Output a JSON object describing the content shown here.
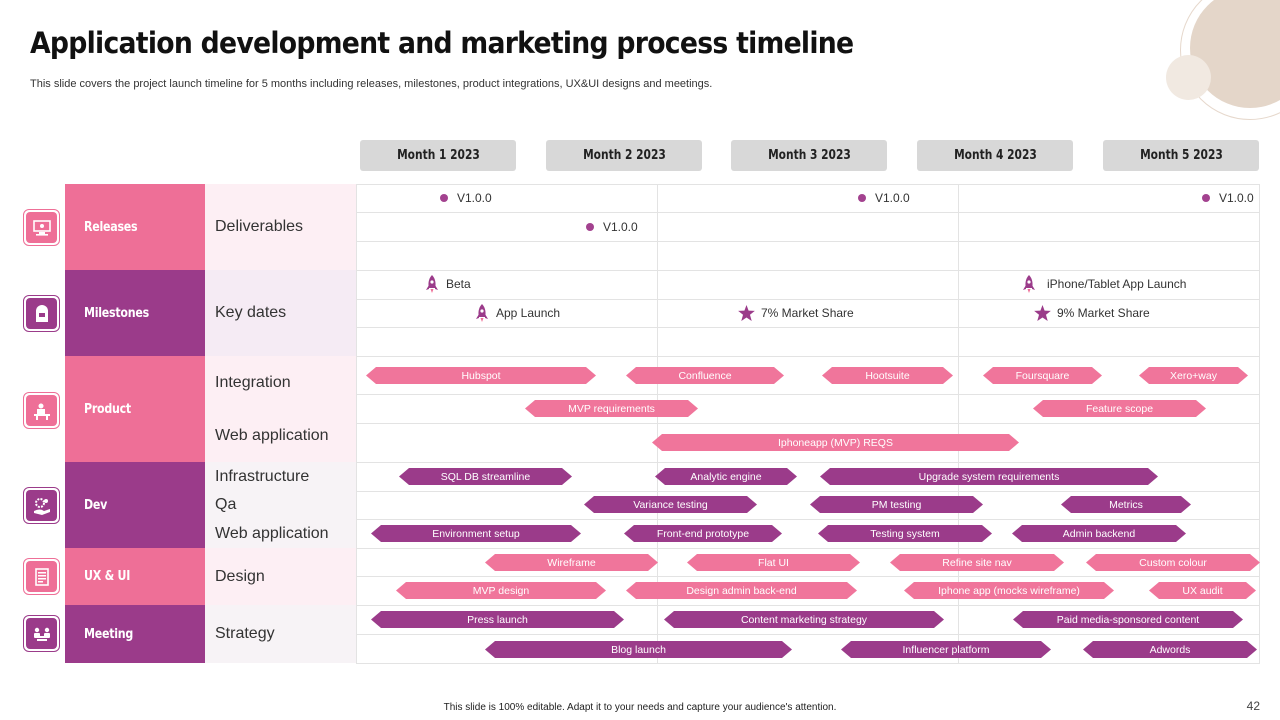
{
  "title": "Application development and marketing process timeline",
  "subtitle": "This slide covers the project launch timeline for 5 months including releases, milestones, product integrations, UX&UI designs and meetings.",
  "months": [
    "Month  1 2023",
    "Month  2 2023",
    "Month  3 2023",
    "Month  4 2023",
    "Month  5 2023"
  ],
  "colors": {
    "pink": "#f0759b",
    "purple": "#9b3b8a",
    "cat_pink": "#ee6f97",
    "cat_purple": "#9b3b8a",
    "sub_pink_bg": "#fdeff4",
    "sub_purple_bg": "#f5ebf4"
  },
  "categories": [
    {
      "label": "Releases",
      "icon": "monitor-icon"
    },
    {
      "label": "Milestones",
      "icon": "mailbox-icon"
    },
    {
      "label": "Product",
      "icon": "presenter-icon"
    },
    {
      "label": "Dev",
      "icon": "gear-hand-icon"
    },
    {
      "label": "UX & UI",
      "icon": "document-icon"
    },
    {
      "label": "Meeting",
      "icon": "meeting-icon"
    }
  ],
  "subcategories": [
    "Deliverables",
    "Key dates",
    "Integration",
    "Web application",
    "Infrastructure",
    "Qa",
    "Web application",
    "Design",
    "Strategy"
  ],
  "releases": [
    "V1.0.0",
    "V1.0.0",
    "V1.0.0",
    "V1.0.0"
  ],
  "milestones": {
    "beta": "Beta",
    "app_launch": "App Launch",
    "market_share_7": "7% Market Share",
    "iphone_launch": "iPhone/Tablet App Launch",
    "market_share_9": "9% Market Share"
  },
  "bars": {
    "integration": [
      "Hubspot",
      "Confluence",
      "Hootsuite",
      "Foursquare",
      "Xero+way"
    ],
    "integration2": [
      "MVP requirements",
      "Feature scope"
    ],
    "webapp": [
      "Iphoneapp (MVP) REQS"
    ],
    "infrastructure": [
      "SQL DB streamline",
      "Analytic engine",
      "Upgrade system requirements"
    ],
    "qa": [
      "Variance testing",
      "PM  testing",
      "Metrics"
    ],
    "dev_webapp": [
      "Environment setup",
      "Front-end prototype",
      "Testing system",
      "Admin backend"
    ],
    "design1": [
      "Wireframe",
      "Flat UI",
      "Refine site nav",
      "Custom colour"
    ],
    "design2": [
      "MVP design",
      "Design admin back-end",
      "Iphone app (mocks wireframe)",
      "UX audit"
    ],
    "strategy1": [
      "Press launch",
      "Content marketing strategy",
      "Paid media-sponsored content"
    ],
    "strategy2": [
      "Blog launch",
      "Influencer platform",
      "Adwords"
    ]
  },
  "footer": "This slide is 100% editable. Adapt it to your needs and capture your audience's attention.",
  "page_number": "42"
}
